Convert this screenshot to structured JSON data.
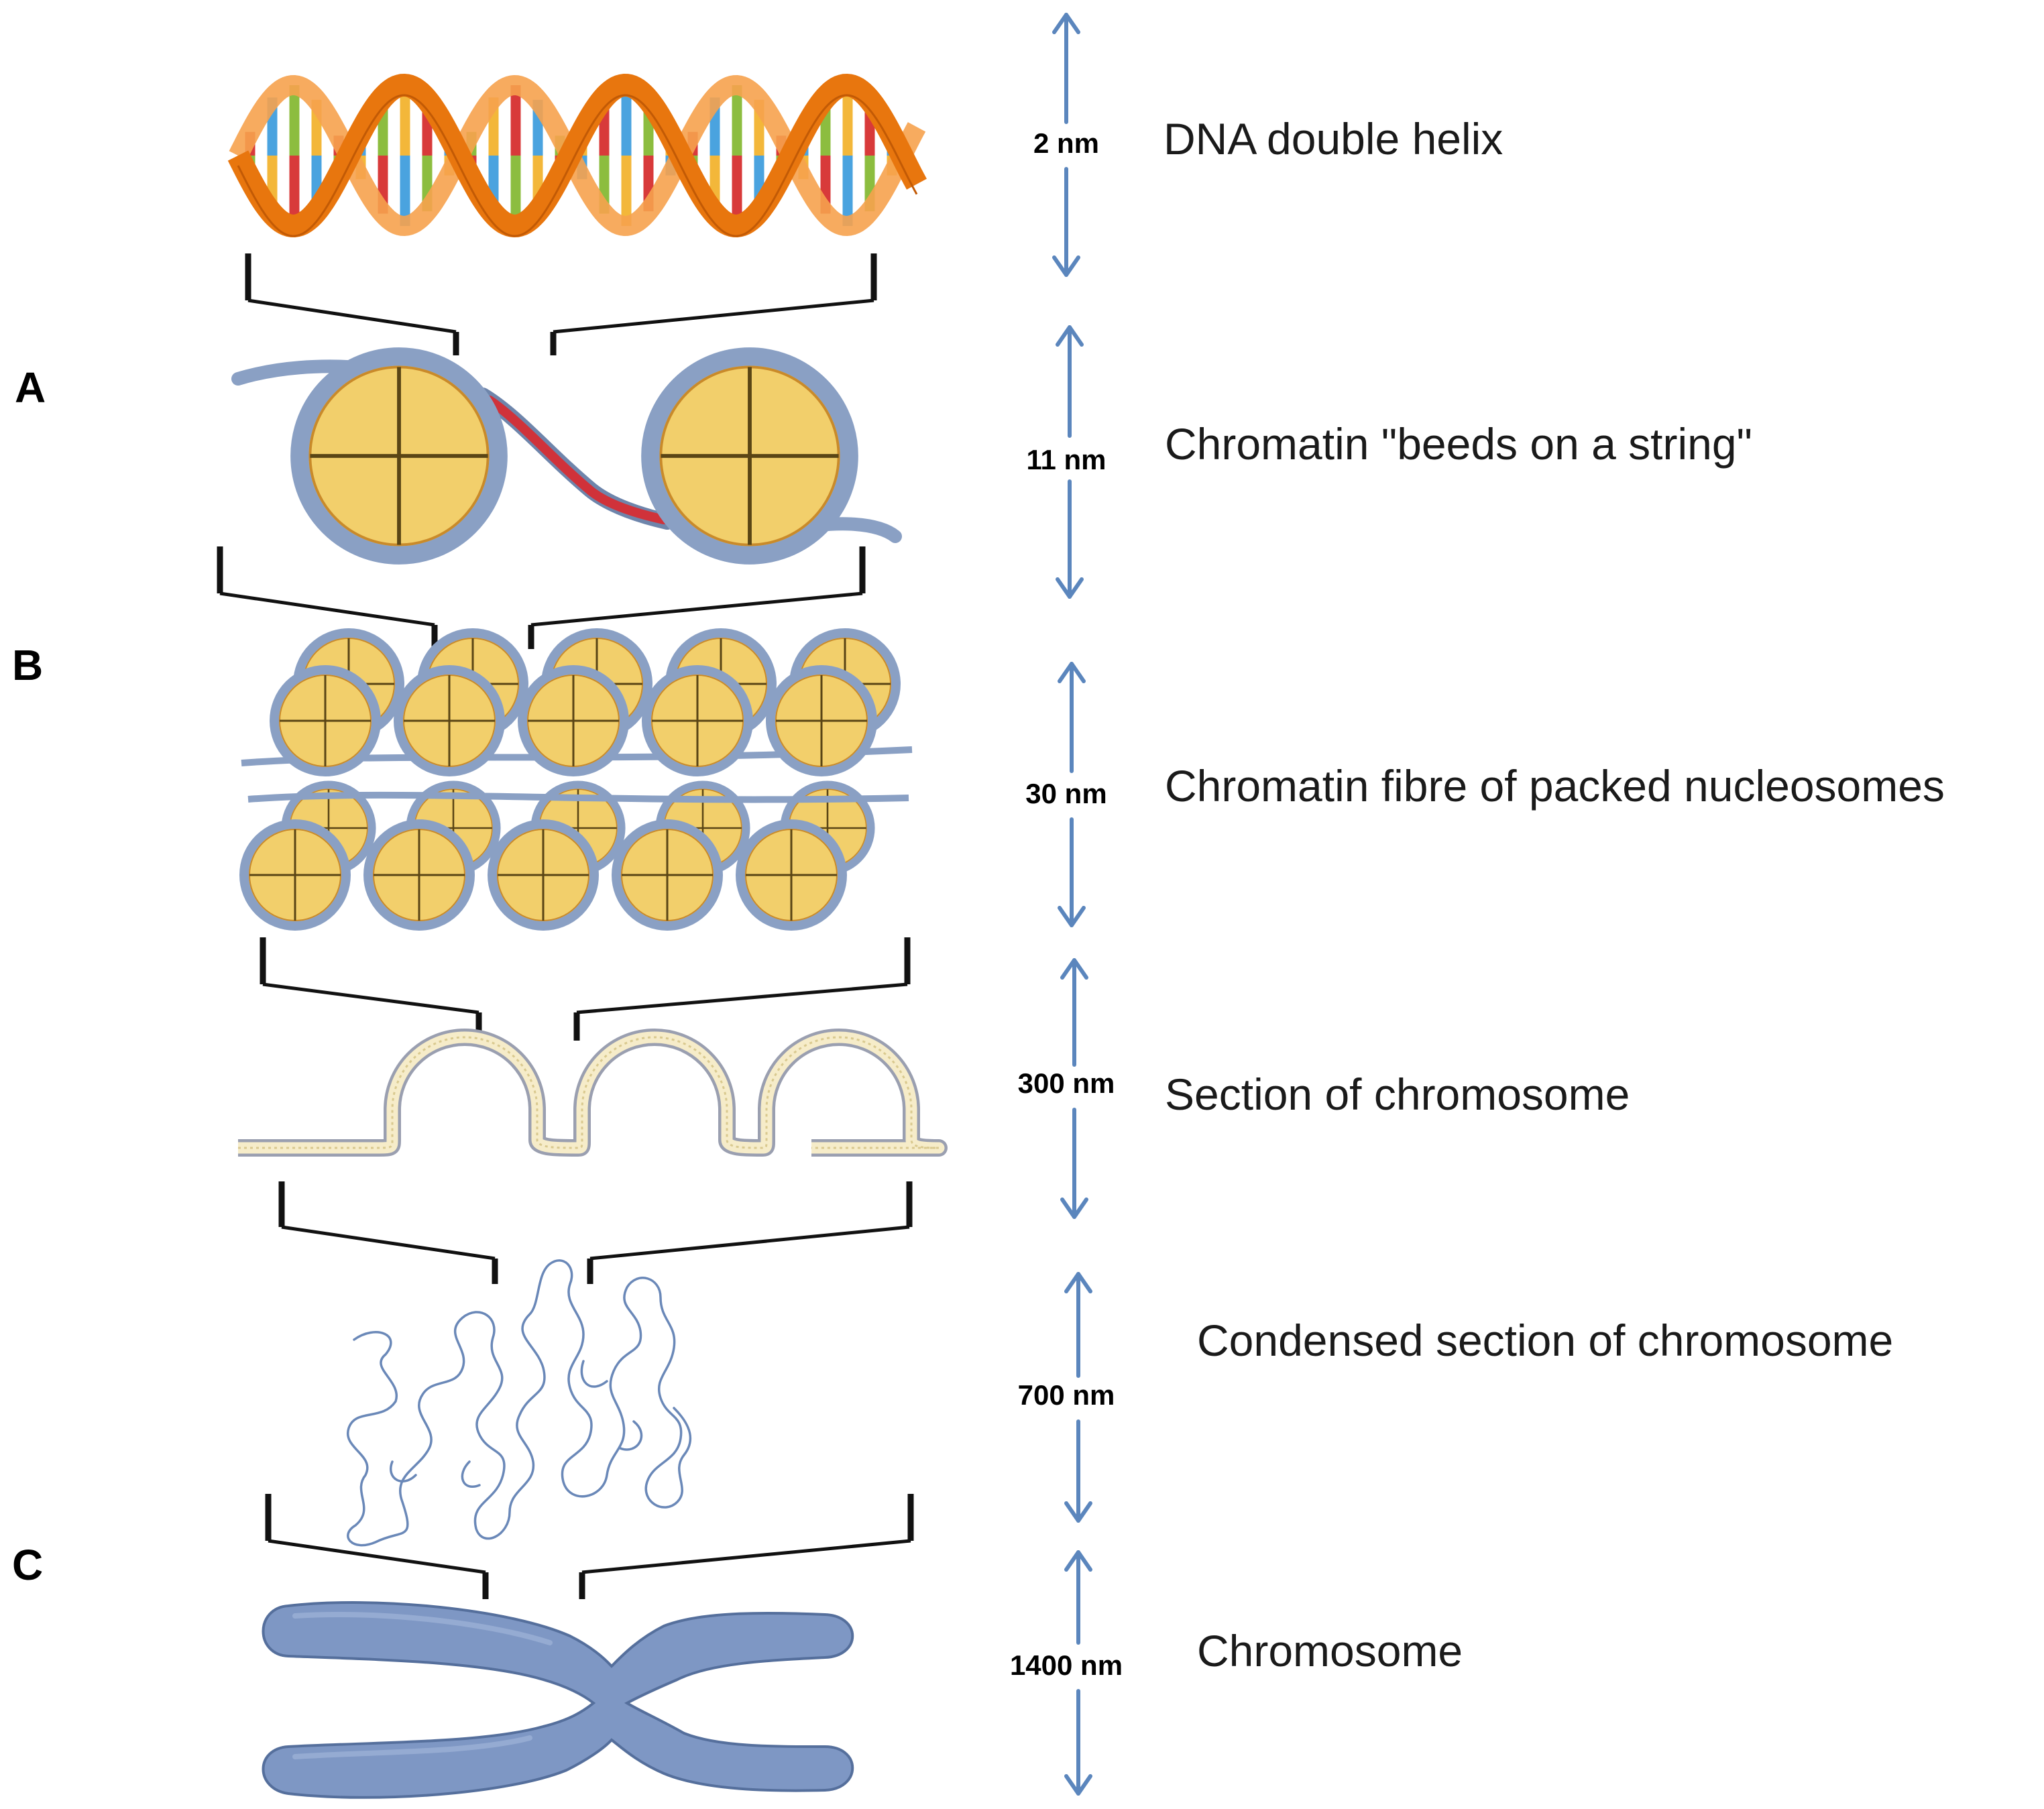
{
  "levels": [
    {
      "letter": "",
      "scale": "2 nm",
      "label": "DNA double helix"
    },
    {
      "letter": "A",
      "scale": "11 nm",
      "label": "Chromatin \"beeds on a string\""
    },
    {
      "letter": "B",
      "scale": "30 nm",
      "label": "Chromatin fibre of packed nucleosomes"
    },
    {
      "letter": "",
      "scale": "300 nm",
      "label": "Section of chromosome"
    },
    {
      "letter": "",
      "scale": "700 nm",
      "label": "Condensed section of chromosome"
    },
    {
      "letter": "C",
      "scale": "1400 nm",
      "label": "Chromosome"
    }
  ],
  "colors": {
    "arrow": "#5b86bd",
    "helix_backbone": "#e8760e",
    "nucleosome_fill": "#f2cf6b",
    "nucleosome_ring": "#8aa0c4",
    "linker_dna": "#d0323a",
    "chromosome": "#7e97c4",
    "base_pairs": [
      "#d83a3a",
      "#4aa3df",
      "#8cbd3f",
      "#f3b73a"
    ]
  },
  "icons": {
    "dna": "dna-double-helix-icon",
    "nucleosome": "nucleosome-icon",
    "fibre": "chromatin-fibre-icon",
    "loops": "chromosome-loops-icon",
    "condensed": "condensed-chromatin-icon",
    "chromosome": "chromosome-icon"
  }
}
